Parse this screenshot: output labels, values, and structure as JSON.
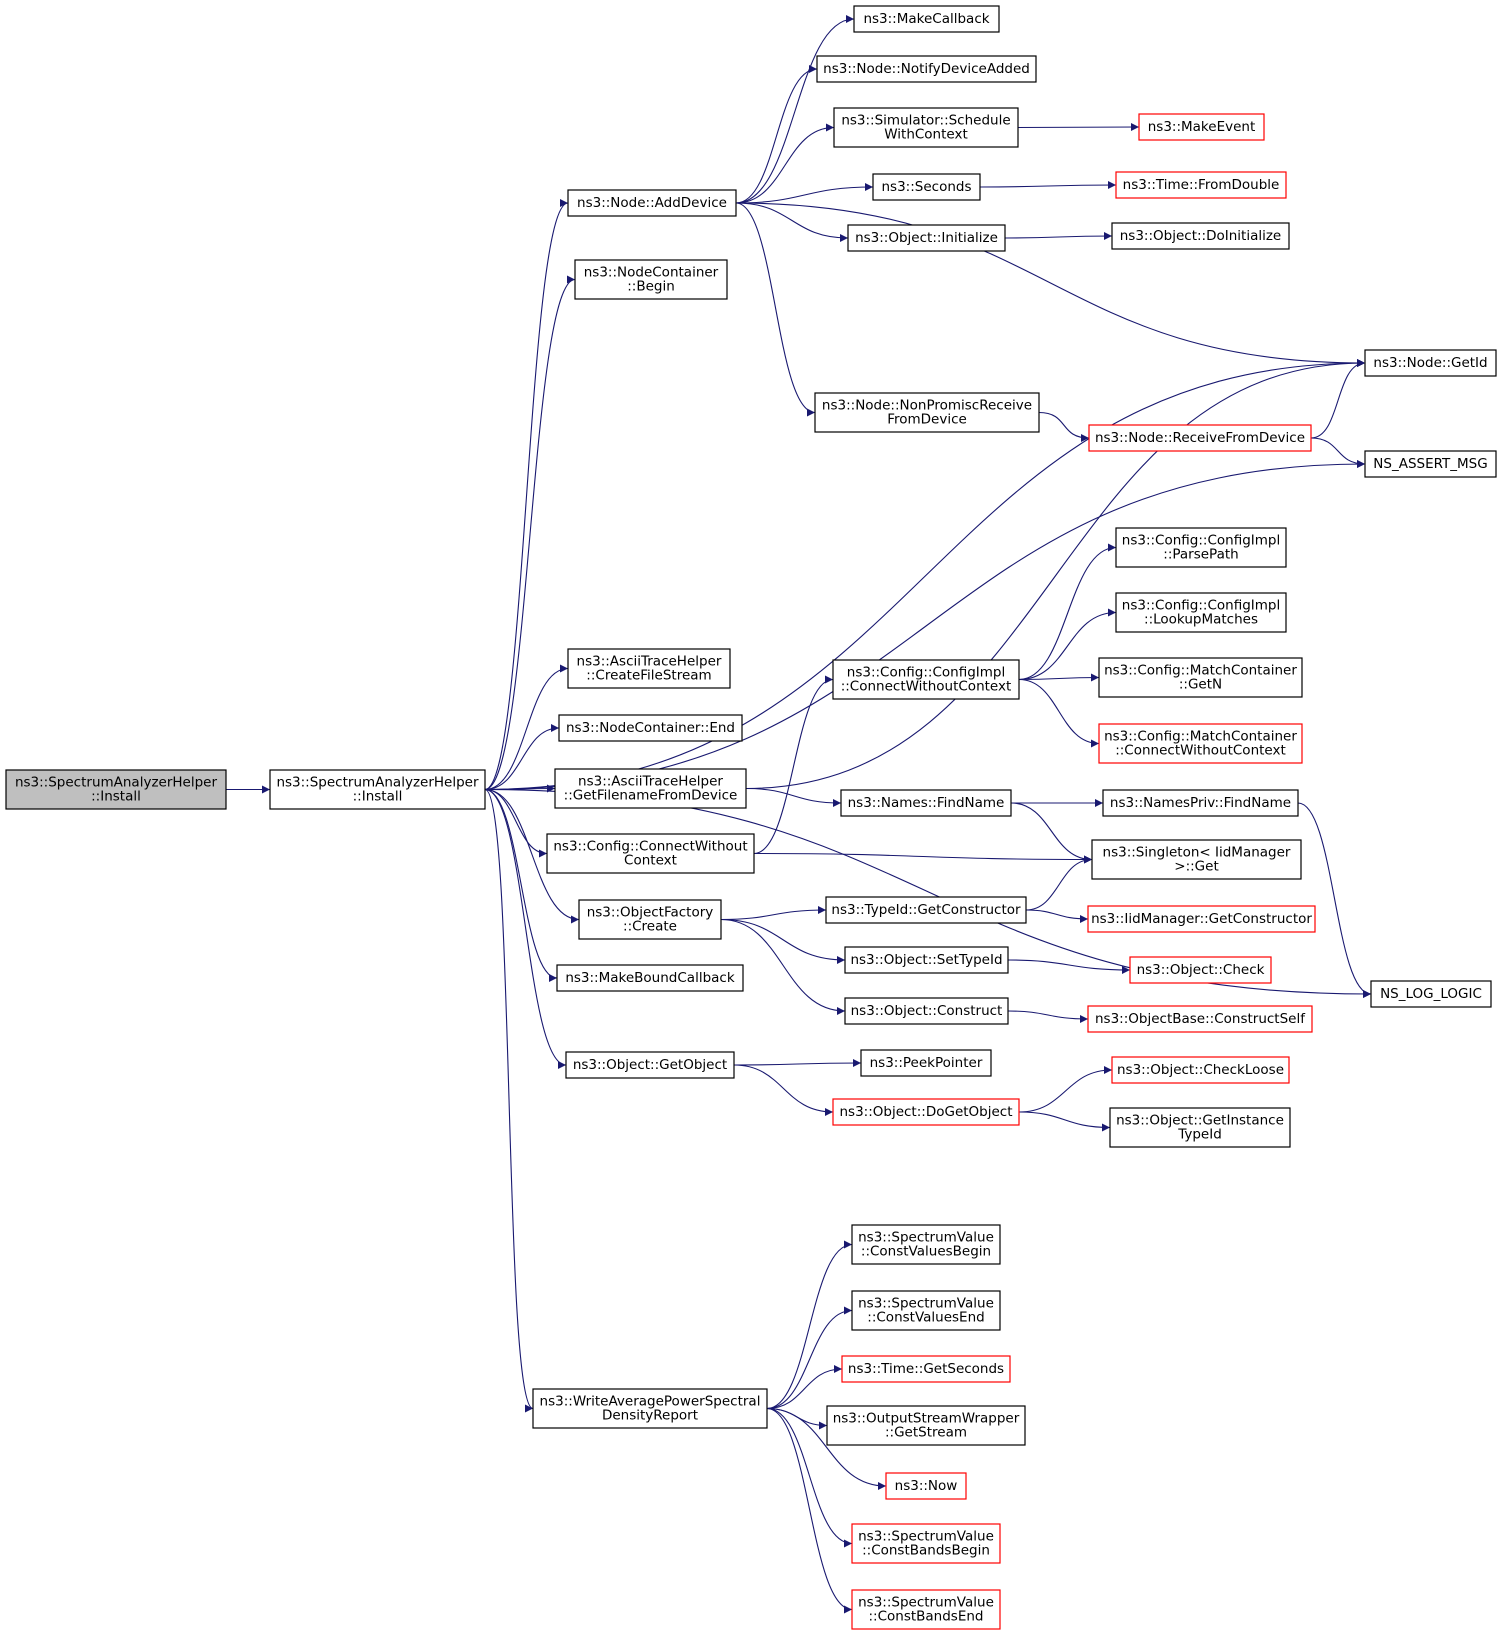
{
  "colors": {
    "edge": "#191970",
    "node_border": "#000000",
    "node_border_truncated": "#ff0000",
    "root_fill": "#bfbfbf"
  },
  "nodes": [
    {
      "id": "root",
      "lines": [
        "ns3::SpectrumAnalyzerHelper",
        "::Install"
      ],
      "style": "root"
    },
    {
      "id": "install",
      "lines": [
        "ns3::SpectrumAnalyzerHelper",
        "::Install"
      ],
      "style": "normal"
    },
    {
      "id": "adddevice",
      "lines": [
        "ns3::Node::AddDevice"
      ],
      "style": "normal"
    },
    {
      "id": "nc_begin",
      "lines": [
        "ns3::NodeContainer",
        "::Begin"
      ],
      "style": "normal"
    },
    {
      "id": "createfilestream",
      "lines": [
        "ns3::AsciiTraceHelper",
        "::CreateFileStream"
      ],
      "style": "normal"
    },
    {
      "id": "nc_end",
      "lines": [
        "ns3::NodeContainer::End"
      ],
      "style": "normal"
    },
    {
      "id": "getfilename",
      "lines": [
        "ns3::AsciiTraceHelper",
        "::GetFilenameFromDevice"
      ],
      "style": "normal"
    },
    {
      "id": "config_connect",
      "lines": [
        "ns3::Config::ConnectWithout",
        "Context"
      ],
      "style": "normal"
    },
    {
      "id": "of_create",
      "lines": [
        "ns3::ObjectFactory",
        "::Create"
      ],
      "style": "normal"
    },
    {
      "id": "makeboundcallback",
      "lines": [
        "ns3::MakeBoundCallback"
      ],
      "style": "normal"
    },
    {
      "id": "getobject",
      "lines": [
        "ns3::Object::GetObject"
      ],
      "style": "normal"
    },
    {
      "id": "writeavg",
      "lines": [
        "ns3::WriteAveragePowerSpectral",
        "DensityReport"
      ],
      "style": "normal"
    },
    {
      "id": "makecallback",
      "lines": [
        "ns3::MakeCallback"
      ],
      "style": "normal"
    },
    {
      "id": "notifydeviceadded",
      "lines": [
        "ns3::Node::NotifyDeviceAdded"
      ],
      "style": "normal"
    },
    {
      "id": "schedulewithcontext",
      "lines": [
        "ns3::Simulator::Schedule",
        "WithContext"
      ],
      "style": "normal"
    },
    {
      "id": "seconds",
      "lines": [
        "ns3::Seconds"
      ],
      "style": "normal"
    },
    {
      "id": "obj_initialize",
      "lines": [
        "ns3::Object::Initialize"
      ],
      "style": "normal"
    },
    {
      "id": "nonpromisc",
      "lines": [
        "ns3::Node::NonPromiscReceive",
        "FromDevice"
      ],
      "style": "normal"
    },
    {
      "id": "cfg_impl_connect",
      "lines": [
        "ns3::Config::ConfigImpl",
        "::ConnectWithoutContext"
      ],
      "style": "normal"
    },
    {
      "id": "names_findname",
      "lines": [
        "ns3::Names::FindName"
      ],
      "style": "normal"
    },
    {
      "id": "typeid_getconstructor",
      "lines": [
        "ns3::TypeId::GetConstructor"
      ],
      "style": "normal"
    },
    {
      "id": "obj_settypeid",
      "lines": [
        "ns3::Object::SetTypeId"
      ],
      "style": "normal"
    },
    {
      "id": "obj_construct",
      "lines": [
        "ns3::Object::Construct"
      ],
      "style": "normal"
    },
    {
      "id": "peekpointer",
      "lines": [
        "ns3::PeekPointer"
      ],
      "style": "normal"
    },
    {
      "id": "dogetobject",
      "lines": [
        "ns3::Object::DoGetObject"
      ],
      "style": "truncated"
    },
    {
      "id": "sv_cvb",
      "lines": [
        "ns3::SpectrumValue",
        "::ConstValuesBegin"
      ],
      "style": "normal"
    },
    {
      "id": "sv_cve",
      "lines": [
        "ns3::SpectrumValue",
        "::ConstValuesEnd"
      ],
      "style": "normal"
    },
    {
      "id": "time_getseconds",
      "lines": [
        "ns3::Time::GetSeconds"
      ],
      "style": "truncated"
    },
    {
      "id": "osw_getstream",
      "lines": [
        "ns3::OutputStreamWrapper",
        "::GetStream"
      ],
      "style": "normal"
    },
    {
      "id": "now",
      "lines": [
        "ns3::Now"
      ],
      "style": "truncated"
    },
    {
      "id": "sv_cbb",
      "lines": [
        "ns3::SpectrumValue",
        "::ConstBandsBegin"
      ],
      "style": "truncated"
    },
    {
      "id": "sv_cbe",
      "lines": [
        "ns3::SpectrumValue",
        "::ConstBandsEnd"
      ],
      "style": "truncated"
    },
    {
      "id": "makeevent",
      "lines": [
        "ns3::MakeEvent"
      ],
      "style": "truncated"
    },
    {
      "id": "time_fromdouble",
      "lines": [
        "ns3::Time::FromDouble"
      ],
      "style": "truncated"
    },
    {
      "id": "obj_doinitialize",
      "lines": [
        "ns3::Object::DoInitialize"
      ],
      "style": "normal"
    },
    {
      "id": "receivefromdevice",
      "lines": [
        "ns3::Node::ReceiveFromDevice"
      ],
      "style": "truncated"
    },
    {
      "id": "cfg_parsepath",
      "lines": [
        "ns3::Config::ConfigImpl",
        "::ParsePath"
      ],
      "style": "normal"
    },
    {
      "id": "cfg_lookupmatches",
      "lines": [
        "ns3::Config::ConfigImpl",
        "::LookupMatches"
      ],
      "style": "normal"
    },
    {
      "id": "mc_getn",
      "lines": [
        "ns3::Config::MatchContainer",
        "::GetN"
      ],
      "style": "normal"
    },
    {
      "id": "mc_connect",
      "lines": [
        "ns3::Config::MatchContainer",
        "::ConnectWithoutContext"
      ],
      "style": "truncated"
    },
    {
      "id": "namespriv_findname",
      "lines": [
        "ns3::NamesPriv::FindName"
      ],
      "style": "normal"
    },
    {
      "id": "singleton_get",
      "lines": [
        "ns3::Singleton< IidManager",
        ">::Get"
      ],
      "style": "normal"
    },
    {
      "id": "iid_getconstructor",
      "lines": [
        "ns3::IidManager::GetConstructor"
      ],
      "style": "truncated"
    },
    {
      "id": "obj_check",
      "lines": [
        "ns3::Object::Check"
      ],
      "style": "truncated"
    },
    {
      "id": "ob_constructself",
      "lines": [
        "ns3::ObjectBase::ConstructSelf"
      ],
      "style": "truncated"
    },
    {
      "id": "obj_checkloose",
      "lines": [
        "ns3::Object::CheckLoose"
      ],
      "style": "truncated"
    },
    {
      "id": "obj_getinstancetypeid",
      "lines": [
        "ns3::Object::GetInstance",
        "TypeId"
      ],
      "style": "normal"
    },
    {
      "id": "node_getid",
      "lines": [
        "ns3::Node::GetId"
      ],
      "style": "normal"
    },
    {
      "id": "ns_assert_msg",
      "lines": [
        "NS_ASSERT_MSG"
      ],
      "style": "normal"
    },
    {
      "id": "ns_log_logic",
      "lines": [
        "NS_LOG_LOGIC"
      ],
      "style": "normal"
    }
  ],
  "edges": [
    [
      "root",
      "install"
    ],
    [
      "install",
      "adddevice"
    ],
    [
      "install",
      "nc_begin"
    ],
    [
      "install",
      "node_getid"
    ],
    [
      "install",
      "ns_assert_msg"
    ],
    [
      "install",
      "createfilestream"
    ],
    [
      "install",
      "nc_end"
    ],
    [
      "install",
      "getfilename"
    ],
    [
      "install",
      "config_connect"
    ],
    [
      "install",
      "of_create"
    ],
    [
      "install",
      "makeboundcallback"
    ],
    [
      "install",
      "getobject"
    ],
    [
      "install",
      "ns_log_logic"
    ],
    [
      "install",
      "writeavg"
    ],
    [
      "adddevice",
      "makecallback"
    ],
    [
      "adddevice",
      "notifydeviceadded"
    ],
    [
      "adddevice",
      "schedulewithcontext"
    ],
    [
      "adddevice",
      "seconds"
    ],
    [
      "adddevice",
      "obj_initialize"
    ],
    [
      "adddevice",
      "node_getid"
    ],
    [
      "adddevice",
      "nonpromisc"
    ],
    [
      "schedulewithcontext",
      "makeevent"
    ],
    [
      "seconds",
      "time_fromdouble"
    ],
    [
      "obj_initialize",
      "obj_doinitialize"
    ],
    [
      "nonpromisc",
      "receivefromdevice"
    ],
    [
      "receivefromdevice",
      "node_getid"
    ],
    [
      "receivefromdevice",
      "ns_assert_msg"
    ],
    [
      "getfilename",
      "node_getid"
    ],
    [
      "getfilename",
      "names_findname"
    ],
    [
      "config_connect",
      "cfg_impl_connect"
    ],
    [
      "config_connect",
      "singleton_get"
    ],
    [
      "cfg_impl_connect",
      "cfg_parsepath"
    ],
    [
      "cfg_impl_connect",
      "cfg_lookupmatches"
    ],
    [
      "cfg_impl_connect",
      "mc_getn"
    ],
    [
      "cfg_impl_connect",
      "mc_connect"
    ],
    [
      "names_findname",
      "namespriv_findname"
    ],
    [
      "names_findname",
      "singleton_get"
    ],
    [
      "namespriv_findname",
      "ns_log_logic"
    ],
    [
      "of_create",
      "typeid_getconstructor"
    ],
    [
      "of_create",
      "obj_settypeid"
    ],
    [
      "of_create",
      "obj_construct"
    ],
    [
      "typeid_getconstructor",
      "singleton_get"
    ],
    [
      "typeid_getconstructor",
      "iid_getconstructor"
    ],
    [
      "obj_settypeid",
      "obj_check"
    ],
    [
      "obj_construct",
      "ob_constructself"
    ],
    [
      "getobject",
      "peekpointer"
    ],
    [
      "getobject",
      "dogetobject"
    ],
    [
      "dogetobject",
      "obj_checkloose"
    ],
    [
      "dogetobject",
      "obj_getinstancetypeid"
    ],
    [
      "writeavg",
      "sv_cvb"
    ],
    [
      "writeavg",
      "sv_cve"
    ],
    [
      "writeavg",
      "time_getseconds"
    ],
    [
      "writeavg",
      "osw_getstream"
    ],
    [
      "writeavg",
      "now"
    ],
    [
      "writeavg",
      "sv_cbb"
    ],
    [
      "writeavg",
      "sv_cbe"
    ]
  ]
}
